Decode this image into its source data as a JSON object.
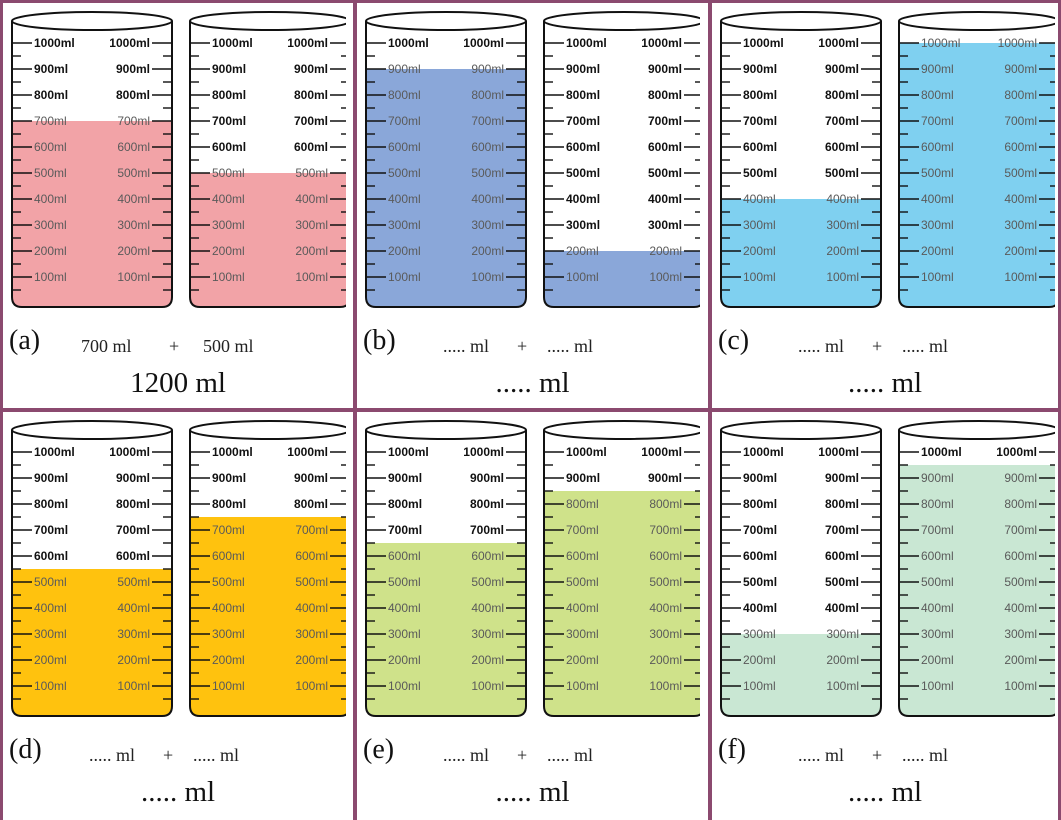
{
  "scale_labels": [
    "1000ml",
    "900ml",
    "800ml",
    "700ml",
    "600ml",
    "500ml",
    "400ml",
    "300ml",
    "200ml",
    "100ml"
  ],
  "panels": [
    {
      "letter": "(a)",
      "left_text": "700 ml",
      "plus": "+",
      "right_text": "500 ml",
      "result": "1200 ml",
      "color": "#f2a3a7",
      "levels_ml": [
        700,
        500
      ]
    },
    {
      "letter": "(b)",
      "left_text": "..... ml",
      "plus": "+",
      "right_text": "..... ml",
      "result": "..... ml",
      "color": "#8aa7d9",
      "levels_ml": [
        900,
        200
      ]
    },
    {
      "letter": "(c)",
      "left_text": "..... ml",
      "plus": "+",
      "right_text": "..... ml",
      "result": "..... ml",
      "color": "#7fd0f0",
      "levels_ml": [
        400,
        1000
      ]
    },
    {
      "letter": "(d)",
      "left_text": "..... ml",
      "plus": "+",
      "right_text": "..... ml",
      "result": "..... ml",
      "color": "#ffc20e",
      "levels_ml": [
        550,
        750
      ]
    },
    {
      "letter": "(e)",
      "left_text": "..... ml",
      "plus": "+",
      "right_text": "..... ml",
      "result": "..... ml",
      "color": "#cfe28a",
      "levels_ml": [
        650,
        850
      ]
    },
    {
      "letter": "(f)",
      "left_text": "..... ml",
      "plus": "+",
      "right_text": "..... ml",
      "result": "..... ml",
      "color": "#c9e7d3",
      "levels_ml": [
        300,
        950
      ]
    }
  ]
}
